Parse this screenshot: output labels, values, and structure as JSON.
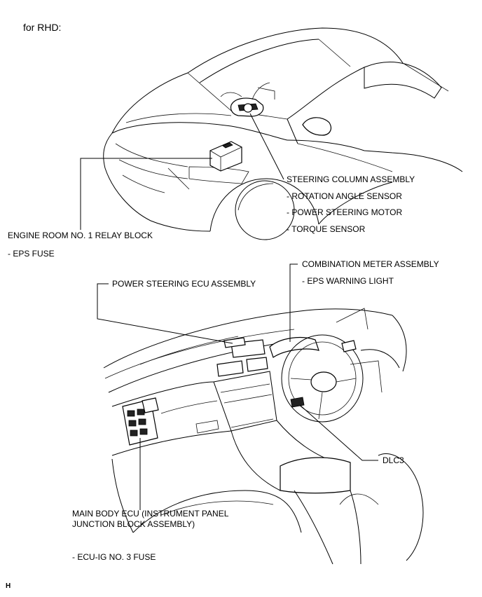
{
  "header": "for RHD:",
  "figure_code": "H",
  "labels": {
    "steering_column": "STEERING COLUMN ASSEMBLY",
    "rotation_angle": "- ROTATION ANGLE SENSOR",
    "power_steering_motor": "- POWER STEERING MOTOR",
    "torque_sensor": "- TORQUE SENSOR",
    "engine_room_relay": "ENGINE ROOM NO. 1 RELAY BLOCK",
    "eps_fuse": "- EPS FUSE",
    "combination_meter": "COMBINATION METER ASSEMBLY",
    "eps_warning_light": "- EPS WARNING LIGHT",
    "power_steering_ecu": "POWER STEERING ECU ASSEMBLY",
    "dlc3": "DLC3",
    "main_body_ecu": "MAIN BODY ECU (INSTRUMENT PANEL\nJUNCTION BLOCK ASSEMBLY)",
    "ecu_ig_fuse": "- ECU-IG NO. 3 FUSE"
  }
}
